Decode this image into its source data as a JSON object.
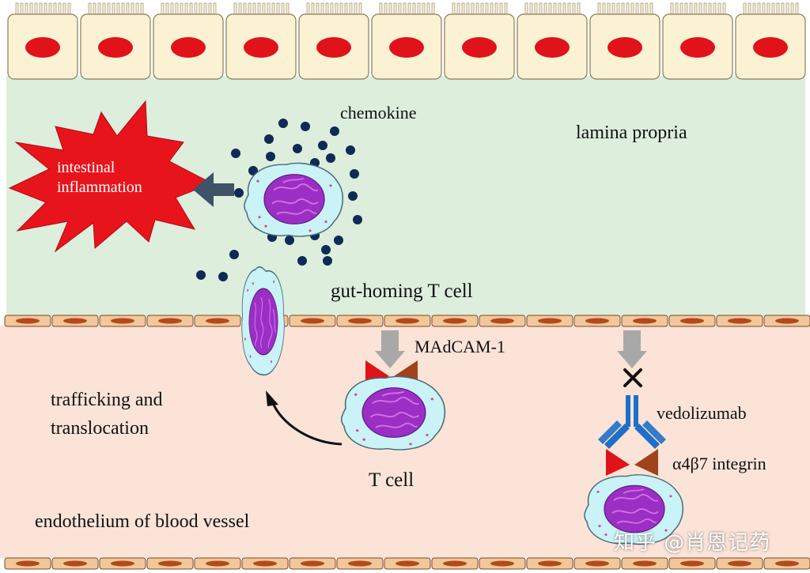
{
  "labels": {
    "chemokine": "chemokine",
    "lamina_propria": "lamina propria",
    "intestinal_inflammation_line1": "intestinal",
    "intestinal_inflammation_line2": "inflammation",
    "gut_homing_t_cell": "gut-homing T cell",
    "madcam1": "MAdCAM-1",
    "trafficking_line1": "trafficking and",
    "trafficking_line2": "translocation",
    "t_cell": "T cell",
    "vedolizumab": "vedolizumab",
    "integrin": "α4β7 integrin",
    "endothelium": "endothelium of blood vessel"
  },
  "watermark": "知乎 @肖恩记药",
  "colors": {
    "epithelium_cell": "#fbf2d4",
    "epithelium_outline": "#8a7a5a",
    "nucleus_red": "#e0121a",
    "lamina_propria_bg": "#ddeedd",
    "vessel_bg": "#fbe3d8",
    "endothelial_cell": "#f2c79a",
    "endothelial_nucleus": "#b24a1c",
    "tcell_cytoplasm": "#c9f3f6",
    "tcell_nucleus": "#9b2fc4",
    "chemokine_dot": "#0f2a56",
    "inflammation_star": "#e8141c",
    "madcam_gray": "#a8a8a8",
    "integrin_red": "#e0121a",
    "integrin_brown": "#a0421c",
    "antibody_blue": "#1e6fc6",
    "arrow_dark": "#3f5266"
  }
}
